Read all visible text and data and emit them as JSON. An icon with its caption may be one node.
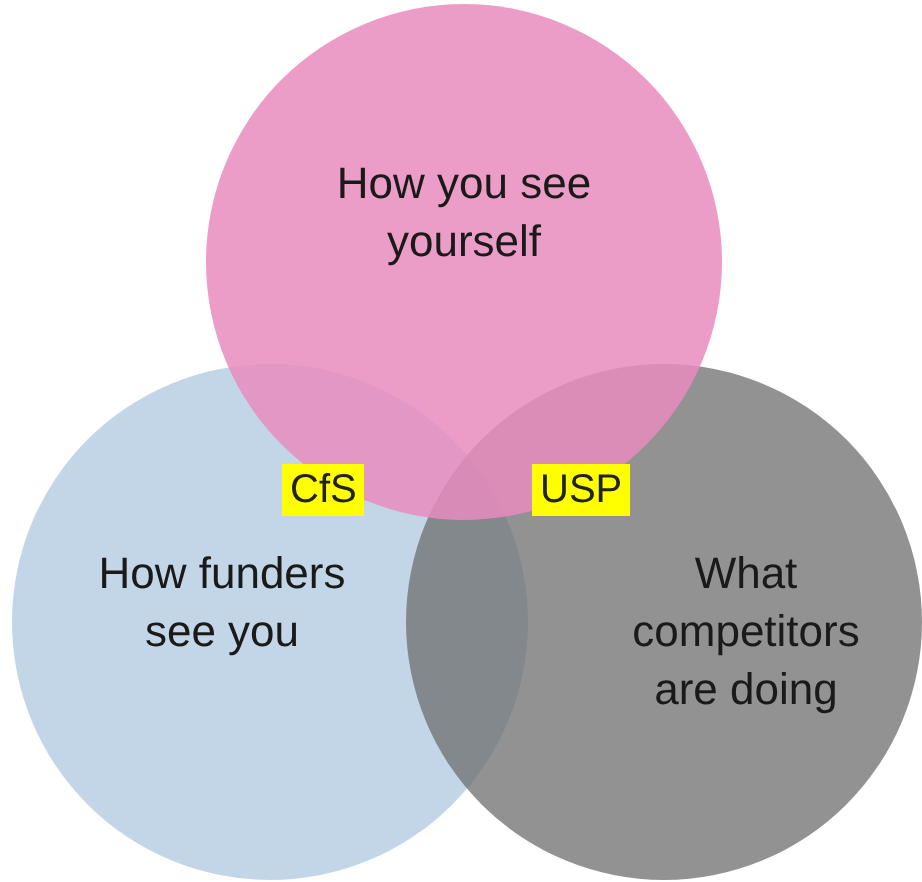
{
  "diagram": {
    "nodes": [
      {
        "text": [
          "How you see yourself"
        ]
      },
      {
        "text": [
          "How funders see you"
        ]
      },
      {
        "text": [
          "What competitors are doing"
        ]
      }
    ],
    "labels": [
      "CfS",
      "USP"
    ]
  }
}
